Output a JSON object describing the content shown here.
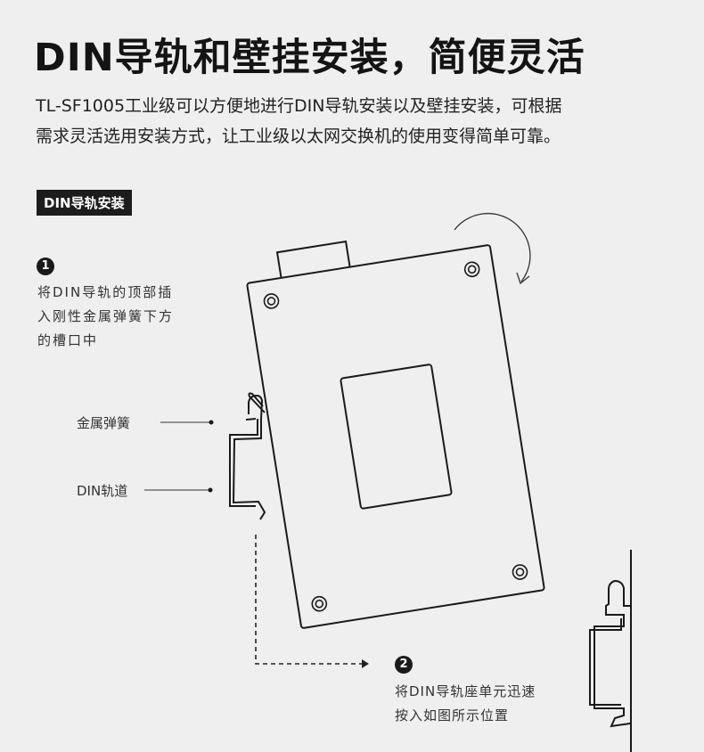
{
  "title": "DIN导轨和壁挂安装，简便灵活",
  "description": {
    "line1": "TL-SF1005工业级可以方便地进行DIN导轨安装以及壁挂安装，可根据",
    "line2": "需求灵活选用安装方式，让工业级以太网交换机的使用变得简单可靠。"
  },
  "section_tag": "DIN导轨安装",
  "steps": [
    {
      "number": "1",
      "lines": [
        "将DIN导轨的顶部插",
        "入刚性金属弹簧下方",
        "的槽口中"
      ]
    },
    {
      "number": "2",
      "lines": [
        "将DIN导轨座单元迅速",
        "按入如图所示位置"
      ]
    }
  ],
  "callouts": {
    "spring": "金属弹簧",
    "rail": "DIN轨道"
  }
}
